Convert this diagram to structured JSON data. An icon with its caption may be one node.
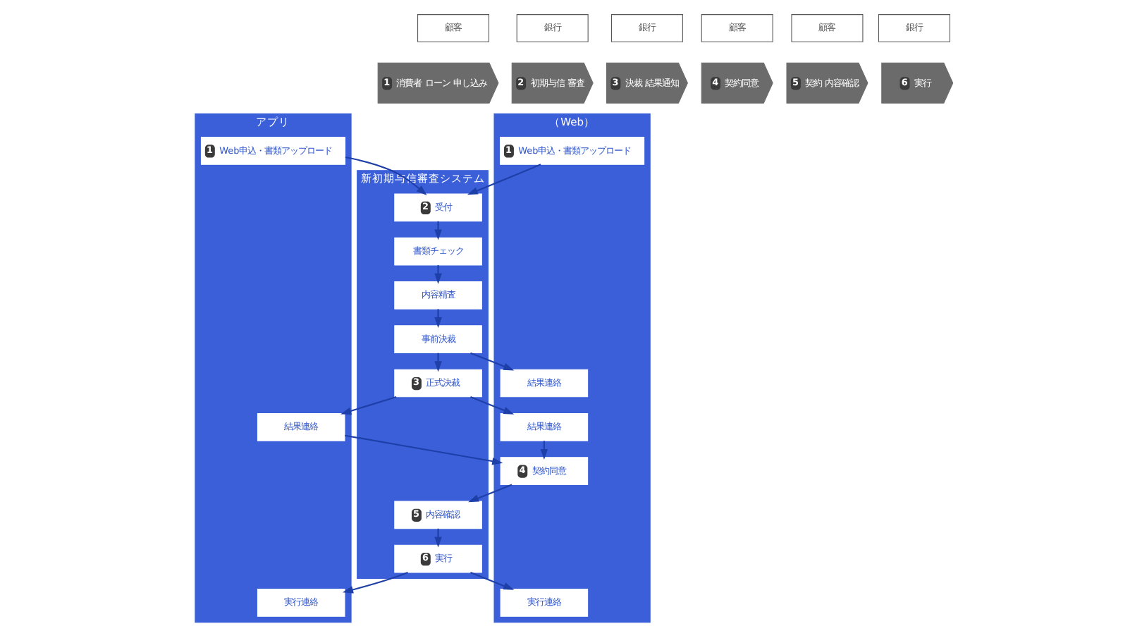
{
  "diagram": {
    "nodes": [
      {
        "text": [
          "顧客"
        ]
      },
      {
        "text": [
          "銀行"
        ]
      },
      {
        "text": [
          "銀行"
        ]
      },
      {
        "text": [
          "顧客"
        ]
      },
      {
        "text": [
          "顧客"
        ]
      },
      {
        "text": [
          "銀行"
        ]
      },
      {
        "text": [
          "1",
          "消費者 ローン 申し込み"
        ]
      },
      {
        "text": [
          "2",
          "初期与信 審査"
        ]
      },
      {
        "text": [
          "3",
          "決裁 結果通知"
        ]
      },
      {
        "text": [
          "4",
          "契約同意"
        ]
      },
      {
        "text": [
          "5",
          "契約 内容確認"
        ]
      },
      {
        "text": [
          "6",
          "実行"
        ]
      },
      {
        "text": [
          "アプリ"
        ]
      },
      {
        "text": [
          "1",
          "Web申込・書類アップロード"
        ],
        "in": 12
      },
      {
        "text": [
          "結果連絡"
        ],
        "in": 12
      },
      {
        "text": [
          "実行連絡"
        ],
        "in": 12
      },
      {
        "text": [
          "（Web）"
        ]
      },
      {
        "text": [
          "1",
          "Web申込・書類アップロード"
        ],
        "in": 16
      },
      {
        "text": [
          "結果連絡"
        ],
        "in": 16
      },
      {
        "text": [
          "結果連絡"
        ],
        "in": 16
      },
      {
        "text": [
          "4",
          "契約同意"
        ],
        "in": 16
      },
      {
        "text": [
          "実行連絡"
        ],
        "in": 16
      },
      {
        "text": [
          "新初期与信審査システム"
        ]
      },
      {
        "text": [
          "2",
          "受付"
        ],
        "in": 22
      },
      {
        "text": [
          "書類チェック"
        ],
        "in": 22
      },
      {
        "text": [
          "内容精査"
        ],
        "in": 22
      },
      {
        "text": [
          "事前決裁"
        ],
        "in": 22
      },
      {
        "text": [
          "3",
          "正式決裁"
        ],
        "in": 22
      },
      {
        "text": [
          "5",
          "内容確認"
        ],
        "in": 22
      },
      {
        "text": [
          "6",
          "実行"
        ],
        "in": 22
      }
    ],
    "edges": [
      {
        "from": 13,
        "to": 23,
        "arrow": "to"
      },
      {
        "from": 17,
        "to": 23,
        "arrow": "to"
      },
      {
        "from": 23,
        "to": 24,
        "arrow": "to"
      },
      {
        "from": 24,
        "to": 25,
        "arrow": "to"
      },
      {
        "from": 25,
        "to": 26,
        "arrow": "to"
      },
      {
        "from": 26,
        "to": 27,
        "arrow": "to"
      },
      {
        "from": 26,
        "to": 18,
        "arrow": "to"
      },
      {
        "from": 27,
        "to": 14,
        "arrow": "to"
      },
      {
        "from": 27,
        "to": 19,
        "arrow": "to"
      },
      {
        "from": 19,
        "to": 20,
        "arrow": "to"
      },
      {
        "from": 14,
        "to": 20,
        "arrow": "to"
      },
      {
        "from": 20,
        "to": 28,
        "arrow": "to"
      },
      {
        "from": 28,
        "to": 29,
        "arrow": "to"
      },
      {
        "from": 29,
        "to": 15,
        "arrow": "to"
      },
      {
        "from": 29,
        "to": 21,
        "arrow": "to"
      }
    ]
  }
}
